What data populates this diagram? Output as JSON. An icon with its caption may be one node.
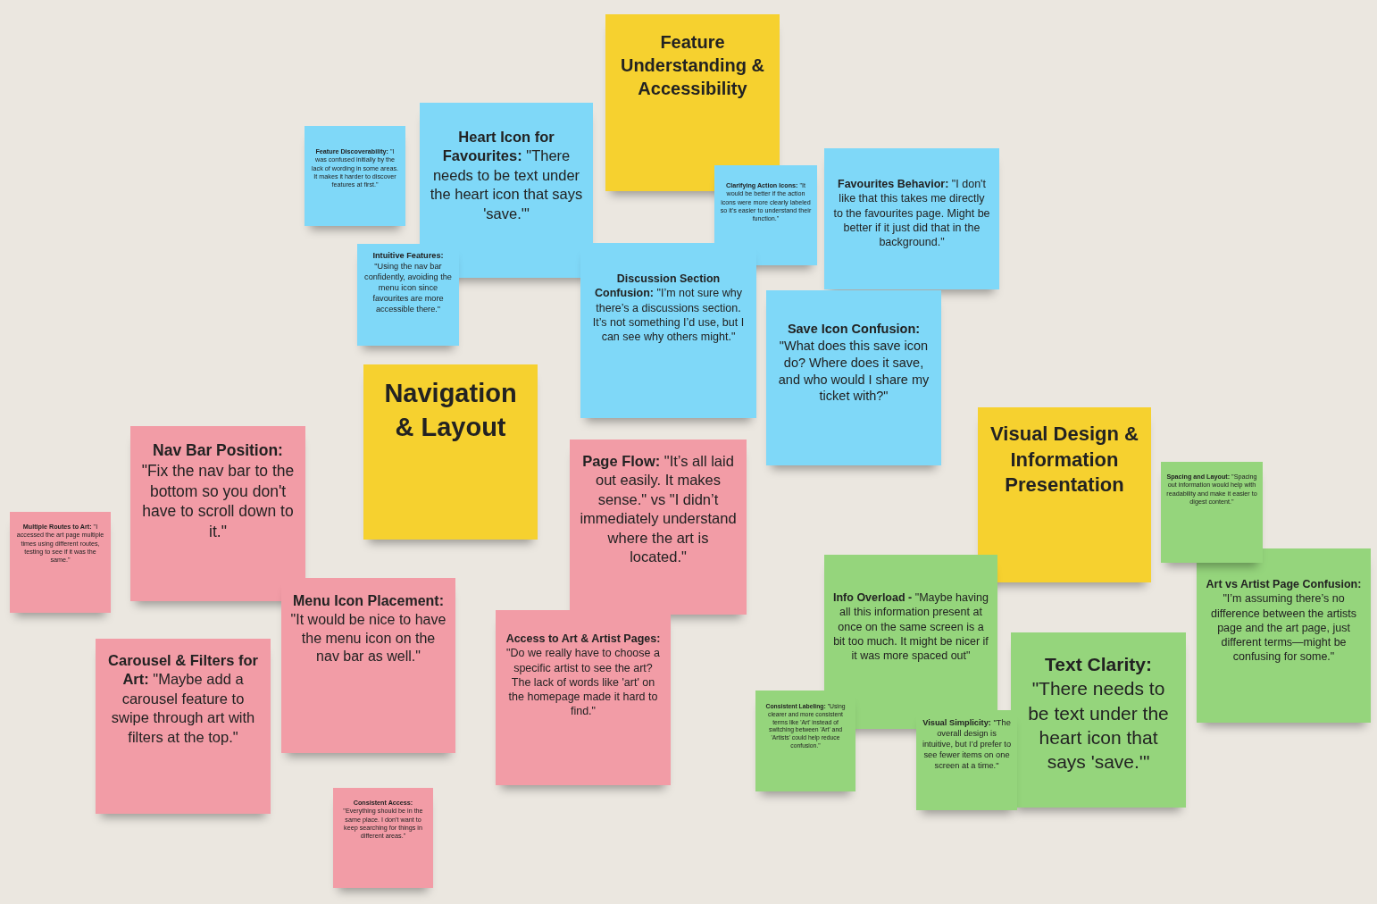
{
  "diagram": {
    "nodes": [
      {
        "text": [
          "Feature Understanding & Accessibility"
        ]
      },
      {
        "text": [
          "**Feature Discoverability:** \"I was confused initially by the lack of wording in some areas. It makes it harder to discover features at first.\""
        ]
      },
      {
        "text": [
          "**Heart Icon for Favourites:**  \"There needs to be text under the heart icon that says 'save.'\""
        ]
      },
      {
        "text": [
          "**Clarifying Action Icons:** \"It would be better if the action icons were more clearly labeled so it's easier to understand their function.\""
        ]
      },
      {
        "text": [
          "**Favourites Behavior:** \"I don't like that this takes me directly to the favourites page. Might be better if it just did that in the background.\""
        ]
      },
      {
        "text": [
          "**Intuitive Features:** \"Using the nav bar confidently, avoiding the menu icon since favourites are more accessible there.\""
        ]
      },
      {
        "text": [
          "**Discussion Section Confusion:** \"I’m not sure why there’s a discussions section. It’s not something I’d use, but I can see why others might.\""
        ]
      },
      {
        "text": [
          "**Save Icon Confusion:** \"What does this save icon do? Where does it save, and who would I share my ticket with?\""
        ]
      },
      {
        "text": [
          "Navigation & Layout"
        ]
      },
      {
        "text": [
          "**Nav Bar Position:** \"Fix the nav bar to the bottom so you don't have to scroll down to it.\""
        ]
      },
      {
        "text": [
          "**Page Flow:** \"It’s all laid out easily. It makes sense.\" vs \"I didn’t immediately understand where the art is located.\""
        ]
      },
      {
        "text": [
          "**Multiple Routes to Art:** \"I accessed the art page multiple times using different routes, testing to see if it was the same.\""
        ]
      },
      {
        "text": [
          "**Menu Icon Placement:** \"It would be nice to have the menu icon on the nav bar as well.\""
        ]
      },
      {
        "text": [
          "**Access to Art & Artist Pages:** \"Do we really have to choose a specific artist to see the art? The lack of words like 'art' on the homepage made it hard to find.\""
        ]
      },
      {
        "text": [
          "**Carousel & Filters for Art:** \"Maybe add a carousel feature to swipe through art with filters at the top.\""
        ]
      },
      {
        "text": [
          "**Consistent Access:** \"Everything should be in the same place. I don't want to keep searching for things in different areas.\""
        ]
      },
      {
        "text": [
          "Visual Design & Information Presentation"
        ]
      },
      {
        "text": [
          "**Spacing and Layout:** \"Spacing out information would help with readability and make it easier to digest content.\""
        ]
      },
      {
        "text": [
          "**Art vs Artist Page Confusion:** \"I’m assuming there’s no difference between the artists page and the art page, just different terms—might be confusing for some.\""
        ]
      },
      {
        "text": [
          "**Info Overload -**  \"Maybe having all this information present at once on the same screen is a bit too much. It might be nicer if it was more spaced out\""
        ]
      },
      {
        "text": [
          "**Text Clarity:** \"There needs to be text under the heart icon that says 'save.'\""
        ]
      },
      {
        "text": [
          "**Consistent Labeling:** \"Using clearer and more consistent terms like 'Art' instead of switching between 'Art' and 'Artists' could help reduce confusion.\""
        ]
      },
      {
        "text": [
          "**Visual Simplicity:** \"The overall design is intuitive, but I’d prefer to see fewer items on one screen at a time.\""
        ]
      }
    ]
  }
}
